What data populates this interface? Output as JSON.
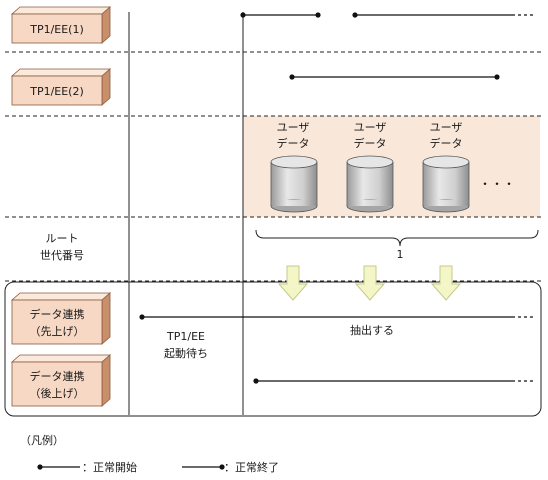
{
  "boxes": {
    "tp1ee_1": "TP1/EE(1)",
    "tp1ee_2": "TP1/EE(2)",
    "data_sync_first_1": "データ連携",
    "data_sync_first_2": "（先上げ）",
    "data_sync_after_1": "データ連携",
    "data_sync_after_2": "（後上げ）"
  },
  "route_label": {
    "line1": "ルート",
    "line2": "世代番号"
  },
  "user_data": {
    "label_line1": "ユーザ",
    "label_line2": "データ",
    "ellipsis": "・・・"
  },
  "generation_number": "1",
  "wait_label": {
    "line1": "TP1/EE",
    "line2": "起動待ち"
  },
  "extract_label": "抽出する",
  "legend": {
    "title": "（凡例）",
    "normal_start": "：正常開始",
    "normal_end": "：正常終了"
  },
  "colors": {
    "box_face": "#f6d8c4",
    "box_top": "#fbe9dc",
    "box_side": "#c98e6a",
    "band": "#f9e8da",
    "arrow": "#f4f6c8",
    "arrow_stroke": "#c5c98a",
    "cylinder_top": "#e0e0e0",
    "cylinder_body": "#c4c4c4"
  }
}
